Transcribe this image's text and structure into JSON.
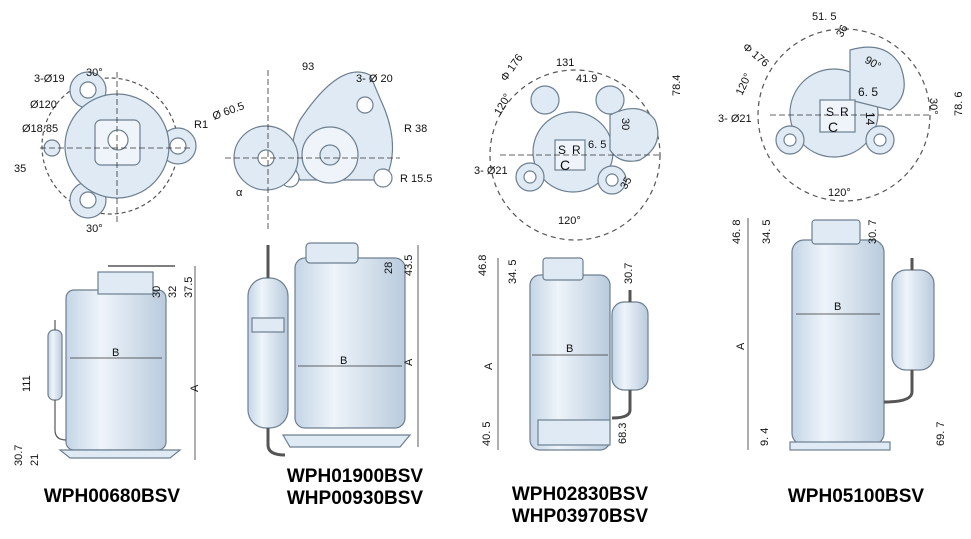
{
  "figures": [
    {
      "model_lines": [
        "WPH00680BSV"
      ],
      "top_dims": [
        "3-Ø19",
        "30°",
        "Ø120",
        "Ø18.85",
        "R1",
        "35",
        "30°"
      ],
      "side_dims": [
        "30",
        "32",
        "37.5",
        "111",
        "B",
        "A",
        "30.7",
        "21"
      ]
    },
    {
      "model_lines": [
        "WPH01900BSV",
        "WHP00930BSV"
      ],
      "top_dims": [
        "93",
        "3- Ø 20",
        "Ø 60.5",
        "R 38",
        "α",
        "R 15.5"
      ],
      "side_dims": [
        "28",
        "43.5",
        "B",
        "A"
      ]
    },
    {
      "model_lines": [
        "WPH02830BSV",
        "WHP03970BSV"
      ],
      "top_dims": [
        "Φ 176",
        "131",
        "41.9",
        "120°",
        "6. 5",
        "30",
        "78.4",
        "3- Ø21",
        "35",
        "120°",
        "S",
        "R",
        "C"
      ],
      "side_dims": [
        "46.8",
        "34. 5",
        "30.7",
        "B",
        "A",
        "40. 5",
        "68.3"
      ]
    },
    {
      "model_lines": [
        "WPH05100BSV"
      ],
      "top_dims": [
        "51. 5",
        "Φ 176",
        "36",
        "90°",
        "120°",
        "30°",
        "78. 6",
        "3- Ø21",
        "6. 5",
        "14",
        "S",
        "R",
        "C",
        "120°"
      ],
      "side_dims": [
        "46. 8",
        "34. 5",
        "30. 7",
        "B",
        "A",
        "9. 4",
        "69. 7"
      ]
    }
  ],
  "colors": {
    "body_fill": "#dfeaf4",
    "body_stroke": "#6d7f90",
    "dim_line": "#333333",
    "label": "#000000"
  }
}
